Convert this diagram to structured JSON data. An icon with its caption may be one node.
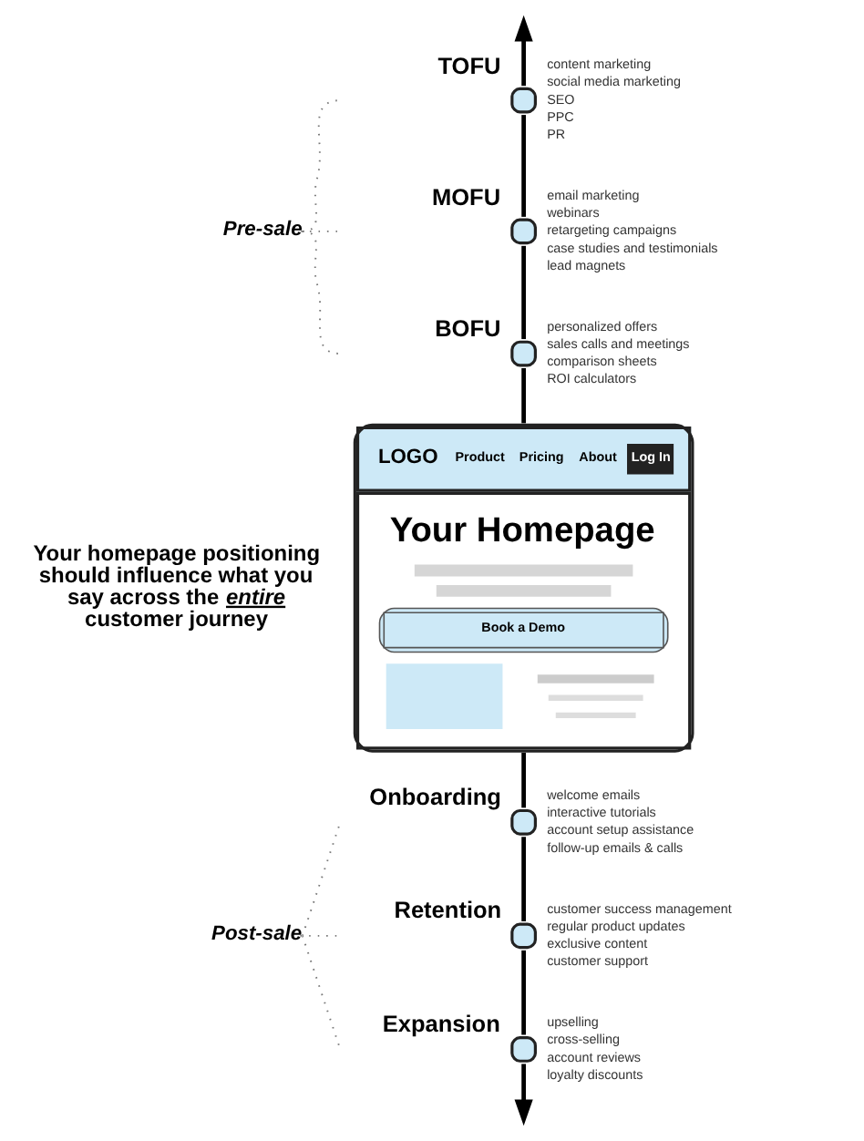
{
  "diagram": {
    "nodes": [
      {
        "text": [
          "Pre-sale"
        ]
      },
      {
        "text": [
          "TOFU"
        ],
        "beside": [
          "content marketing",
          "social media marketing",
          "SEO",
          "PPC",
          "PR"
        ]
      },
      {
        "text": [
          "MOFU"
        ],
        "beside": [
          "email marketing",
          "webinars",
          "retargeting campaigns",
          "case studies and testimonials",
          "lead magnets"
        ]
      },
      {
        "text": [
          "BOFU"
        ],
        "beside": [
          "personalized offers",
          "sales calls and meetings",
          "comparison sheets",
          "ROI calculators"
        ]
      },
      {
        "text": [
          "LOGO",
          "Product",
          "Pricing",
          "About",
          "Log In",
          "Your Homepage",
          "Book a Demo"
        ]
      },
      {
        "text": [
          "Post-sale"
        ]
      },
      {
        "text": [
          "Onboarding"
        ],
        "beside": [
          "welcome emails",
          "interactive tutorials",
          "account setup assistance",
          "follow-up emails & calls"
        ]
      },
      {
        "text": [
          "Retention"
        ],
        "beside": [
          "customer success management",
          "regular product updates",
          "exclusive content",
          "customer support"
        ]
      },
      {
        "text": [
          "Expansion"
        ],
        "beside": [
          "upselling",
          "cross-selling",
          "account reviews",
          "loyalty discounts"
        ]
      }
    ],
    "edges": [
      {
        "from": 0,
        "to": 1,
        "arrow": "none",
        "style": "dashed",
        "color": "#777777"
      },
      {
        "from": 0,
        "to": 2,
        "arrow": "none",
        "style": "dashed",
        "color": "#777777"
      },
      {
        "from": 0,
        "to": 3,
        "arrow": "none",
        "style": "dashed",
        "color": "#777777"
      },
      {
        "from": 1,
        "to": null,
        "arrow": "to"
      },
      {
        "from": 1,
        "to": 2,
        "arrow": "none"
      },
      {
        "from": 2,
        "to": 3,
        "arrow": "none"
      },
      {
        "from": 3,
        "to": 4,
        "arrow": "none"
      },
      {
        "from": 4,
        "to": 6,
        "arrow": "none"
      },
      {
        "from": 6,
        "to": 7,
        "arrow": "none"
      },
      {
        "from": 7,
        "to": 8,
        "arrow": "none"
      },
      {
        "from": 8,
        "to": null,
        "arrow": "to"
      },
      {
        "from": 5,
        "to": 6,
        "arrow": "none",
        "style": "dashed",
        "color": "#777777"
      },
      {
        "from": 5,
        "to": 7,
        "arrow": "none",
        "style": "dashed",
        "color": "#777777"
      },
      {
        "from": 5,
        "to": 8,
        "arrow": "none",
        "style": "dashed",
        "color": "#777777"
      }
    ],
    "labels": [
      "Your homepage positioning should influence what you say across the *entire* customer journey"
    ]
  }
}
